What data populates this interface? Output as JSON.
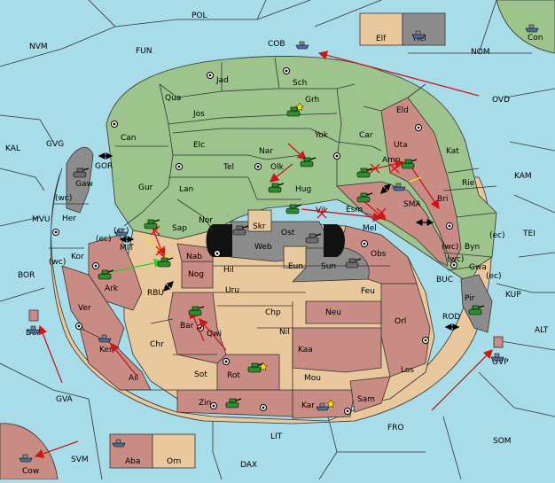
{
  "map": {
    "sea_labels": [
      {
        "id": "POL",
        "label": "POL"
      },
      {
        "id": "NVM",
        "label": "NVM"
      },
      {
        "id": "FUN",
        "label": "FUN"
      },
      {
        "id": "COB",
        "label": "COB"
      },
      {
        "id": "NOM",
        "label": "NOM"
      },
      {
        "id": "OVD",
        "label": "OVD"
      },
      {
        "id": "KAL",
        "label": "KAL"
      },
      {
        "id": "GVG",
        "label": "GVG"
      },
      {
        "id": "KAM",
        "label": "KAM"
      },
      {
        "id": "TEI",
        "label": "TEI"
      },
      {
        "id": "MVU",
        "label": "MVU"
      },
      {
        "id": "BOR",
        "label": "BOR"
      },
      {
        "id": "KUP",
        "label": "KUP"
      },
      {
        "id": "ALT",
        "label": "ALT"
      },
      {
        "id": "GVA",
        "label": "GVA"
      },
      {
        "id": "FRO",
        "label": "FRO"
      },
      {
        "id": "SOM",
        "label": "SOM"
      },
      {
        "id": "LIT",
        "label": "LIT"
      },
      {
        "id": "SVM",
        "label": "SVM"
      },
      {
        "id": "DAX",
        "label": "DAX"
      },
      {
        "id": "GOR",
        "label": "GOR"
      },
      {
        "id": "MIT",
        "label": "MIT"
      },
      {
        "id": "RBU",
        "label": "RBU"
      },
      {
        "id": "SMA",
        "label": "SMA"
      },
      {
        "id": "BUC",
        "label": "BUC"
      },
      {
        "id": "ROD",
        "label": "ROD"
      }
    ],
    "land_labels": [
      {
        "id": "Elf",
        "label": "Elf"
      },
      {
        "id": "Hel",
        "label": "Hel"
      },
      {
        "id": "Con",
        "label": "Con"
      },
      {
        "id": "Jad",
        "label": "Jad"
      },
      {
        "id": "Sch",
        "label": "Sch"
      },
      {
        "id": "Qua",
        "label": "Qua"
      },
      {
        "id": "Grh",
        "label": "Grh"
      },
      {
        "id": "Jos",
        "label": "Jos"
      },
      {
        "id": "Eld",
        "label": "Eld"
      },
      {
        "id": "Can",
        "label": "Can"
      },
      {
        "id": "Yok",
        "label": "Yok"
      },
      {
        "id": "Car",
        "label": "Car"
      },
      {
        "id": "Elc",
        "label": "Elc"
      },
      {
        "id": "Nar",
        "label": "Nar"
      },
      {
        "id": "Uta",
        "label": "Uta"
      },
      {
        "id": "Kat",
        "label": "Kat"
      },
      {
        "id": "Tel",
        "label": "Tel"
      },
      {
        "id": "Olk",
        "label": "Olk"
      },
      {
        "id": "Amp",
        "label": "Amp"
      },
      {
        "id": "Gaw",
        "label": "Gaw"
      },
      {
        "id": "Gur",
        "label": "Gur"
      },
      {
        "id": "Lan",
        "label": "Lan"
      },
      {
        "id": "Hug",
        "label": "Hug"
      },
      {
        "id": "Rie",
        "label": "Rie"
      },
      {
        "id": "Bri",
        "label": "Bri"
      },
      {
        "id": "Nor",
        "label": "Nor"
      },
      {
        "id": "Vik",
        "label": "Vik"
      },
      {
        "id": "Esm",
        "label": "Esm"
      },
      {
        "id": "Her",
        "label": "Her"
      },
      {
        "id": "Sap",
        "label": "Sap"
      },
      {
        "id": "Skr",
        "label": "Skr"
      },
      {
        "id": "Ost",
        "label": "Ost"
      },
      {
        "id": "Mel",
        "label": "Mel"
      },
      {
        "id": "Byn",
        "label": "Byn"
      },
      {
        "id": "Web",
        "label": "Web"
      },
      {
        "id": "Kor",
        "label": "Kor"
      },
      {
        "id": "Nab",
        "label": "Nab"
      },
      {
        "id": "Obs",
        "label": "Obs"
      },
      {
        "id": "Gwa",
        "label": "Gwa"
      },
      {
        "id": "Eun",
        "label": "Eun"
      },
      {
        "id": "Sun",
        "label": "Sun"
      },
      {
        "id": "Hil",
        "label": "Hil"
      },
      {
        "id": "Ark",
        "label": "Ark"
      },
      {
        "id": "Nog",
        "label": "Nog"
      },
      {
        "id": "Uru",
        "label": "Uru"
      },
      {
        "id": "Feu",
        "label": "Feu"
      },
      {
        "id": "Pir",
        "label": "Pir"
      },
      {
        "id": "Ver",
        "label": "Ver"
      },
      {
        "id": "Chp",
        "label": "Chp"
      },
      {
        "id": "Neu",
        "label": "Neu"
      },
      {
        "id": "Bar",
        "label": "Bar"
      },
      {
        "id": "Qwi",
        "label": "Qwi"
      },
      {
        "id": "Orl",
        "label": "Orl"
      },
      {
        "id": "Nil",
        "label": "Nil"
      },
      {
        "id": "Dor",
        "label": "Dor"
      },
      {
        "id": "Ken",
        "label": "Ken"
      },
      {
        "id": "Chr",
        "label": "Chr"
      },
      {
        "id": "Kaa",
        "label": "Kaa"
      },
      {
        "id": "Los",
        "label": "Los"
      },
      {
        "id": "Rot",
        "label": "Rot"
      },
      {
        "id": "Ail",
        "label": "Ail"
      },
      {
        "id": "Sot",
        "label": "Sot"
      },
      {
        "id": "Mou",
        "label": "Mou"
      },
      {
        "id": "Zin",
        "label": "Zin"
      },
      {
        "id": "Kar",
        "label": "Kar"
      },
      {
        "id": "Sam",
        "label": "Sam"
      },
      {
        "id": "Cow",
        "label": "Cow"
      },
      {
        "id": "Aba",
        "label": "Aba"
      },
      {
        "id": "Orn",
        "label": "Orn"
      },
      {
        "id": "Gvp",
        "label": "GVP"
      }
    ],
    "coast_labels": [
      "(wc)",
      "(ec)",
      "(wc)",
      "(ec)",
      "(wc)",
      "(ec)",
      "(wc)",
      "(ec)"
    ],
    "colors": {
      "sea": "#a8dce8",
      "power_green": "#9cc48c",
      "neutral_tan": "#e8c89c",
      "power_red": "#c88c84",
      "impassable": "#8c8c8c",
      "move_order": "#c81818",
      "support_order": "#2ad12a",
      "convoy_order": "#e8e830"
    },
    "unit_icons": [
      "army-tank-icon",
      "fleet-ship-icon",
      "supply-center-icon",
      "star-icon",
      "dislodge-x-icon",
      "double-arrow-icon"
    ]
  }
}
